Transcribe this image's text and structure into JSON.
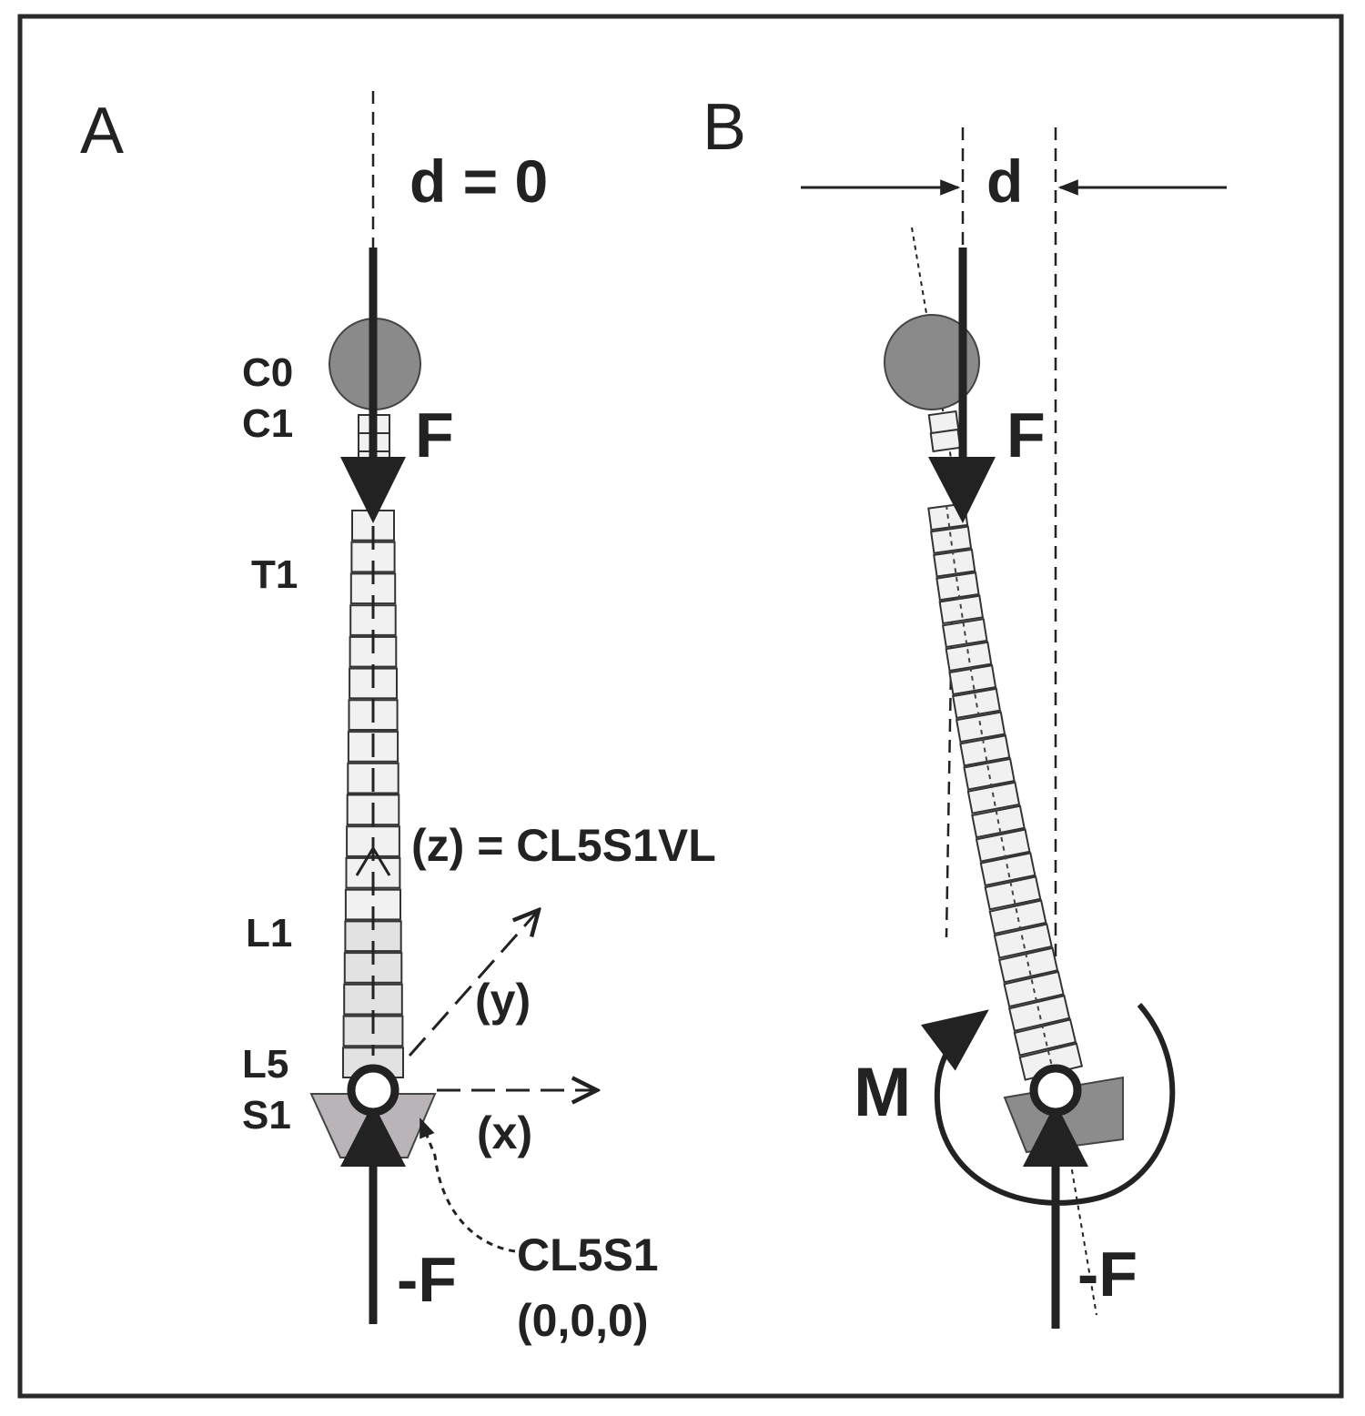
{
  "panel_a": {
    "label": "A",
    "distance_label": "d = 0",
    "level_labels": {
      "c0": "C0",
      "c1": "C1",
      "t1": "T1",
      "l1": "L1",
      "l5": "L5",
      "s1": "S1"
    },
    "force_top": "F",
    "force_bottom": "-F",
    "axis_z": "(z) = CL5S1VL",
    "axis_y": "(y)",
    "axis_x": "(x)",
    "origin_name": "CL5S1",
    "origin_coords": "(0,0,0)"
  },
  "panel_b": {
    "label": "B",
    "distance_label": "d",
    "force_top": "F",
    "force_bottom": "-F",
    "moment": "M"
  },
  "colors": {
    "ink": "#222222",
    "head": "#8a8a8a",
    "sacrum_a": "#b9b4b8",
    "sacrum_b": "#8c8c8c",
    "vertebra_fill": "#f1f1f1"
  }
}
